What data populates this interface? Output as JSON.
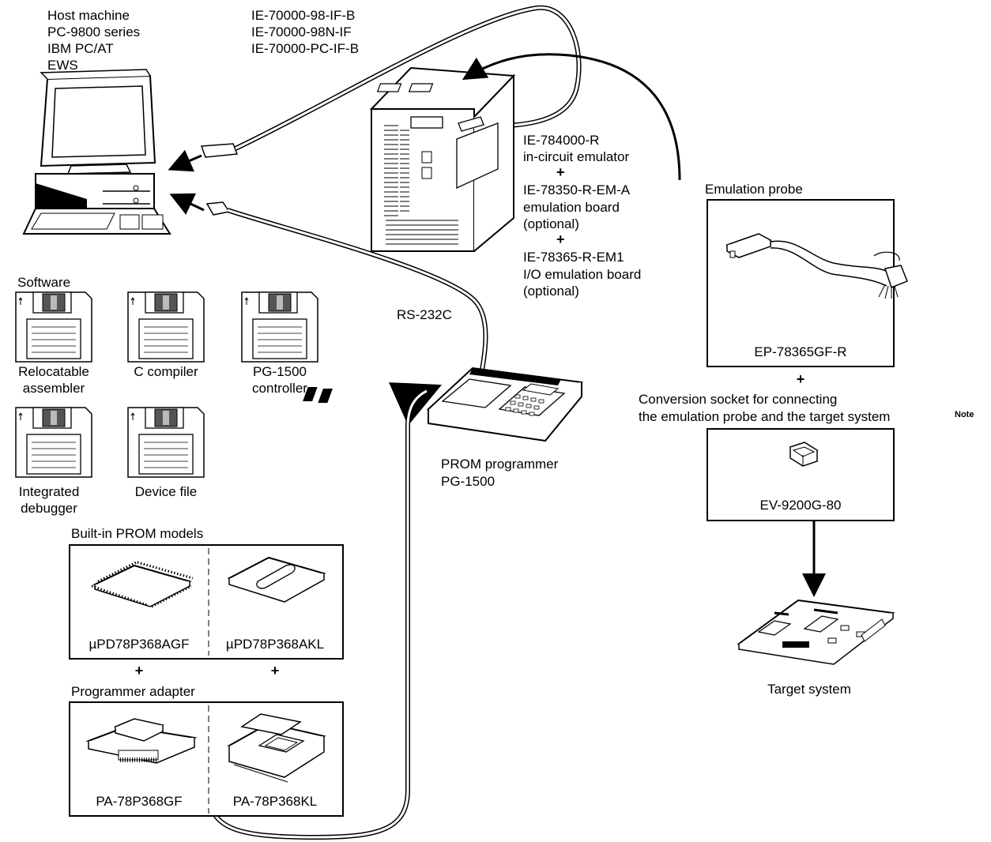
{
  "host": {
    "lines": [
      "Host machine",
      "PC-9800 series",
      "IBM PC/AT",
      "EWS"
    ]
  },
  "interface_boards": [
    "IE-70000-98-IF-B",
    "IE-70000-98N-IF",
    "IE-70000-PC-IF-B"
  ],
  "emulator": {
    "lines": [
      "IE-784000-R",
      "in-circuit emulator"
    ],
    "board1_lines": [
      "IE-78350-R-EM-A",
      "emulation board",
      "(optional)"
    ],
    "board2_lines": [
      "IE-78365-R-EM1",
      "I/O emulation board",
      "(optional)"
    ],
    "plus": "+"
  },
  "probe": {
    "title": "Emulation probe",
    "model": "EP-78365GF-R",
    "plus": "+",
    "conversion_line1": "Conversion socket for connecting",
    "conversion_line2": "the emulation probe and the target system",
    "note": "Note",
    "socket_model": "EV-9200G-80",
    "target_label": "Target system"
  },
  "software": {
    "title": "Software",
    "items": [
      {
        "line1": "Relocatable",
        "line2": "assembler"
      },
      {
        "line1": "C compiler",
        "line2": ""
      },
      {
        "line1": "PG-1500",
        "line2": "controller"
      },
      {
        "line1": "Integrated",
        "line2": "debugger"
      },
      {
        "line1": "Device file",
        "line2": ""
      }
    ]
  },
  "rs232c": "RS-232C",
  "prom_programmer": {
    "line1": "PROM programmer",
    "line2": "PG-1500"
  },
  "prom_models": {
    "title": "Built-in PROM models",
    "left": "µPD78P368AGF",
    "right": "µPD78P368AKL",
    "plus": "+"
  },
  "adapter": {
    "title": "Programmer adapter",
    "left": "PA-78P368GF",
    "right": "PA-78P368KL"
  },
  "icons": [
    "computer-icon",
    "floppy-disk-icon",
    "emulator-unit-icon",
    "prom-programmer-icon",
    "emulation-probe-icon",
    "conversion-socket-icon",
    "target-board-icon",
    "qfp-chip-icon",
    "ceramic-chip-icon",
    "adapter-gf-icon",
    "adapter-kl-icon"
  ]
}
